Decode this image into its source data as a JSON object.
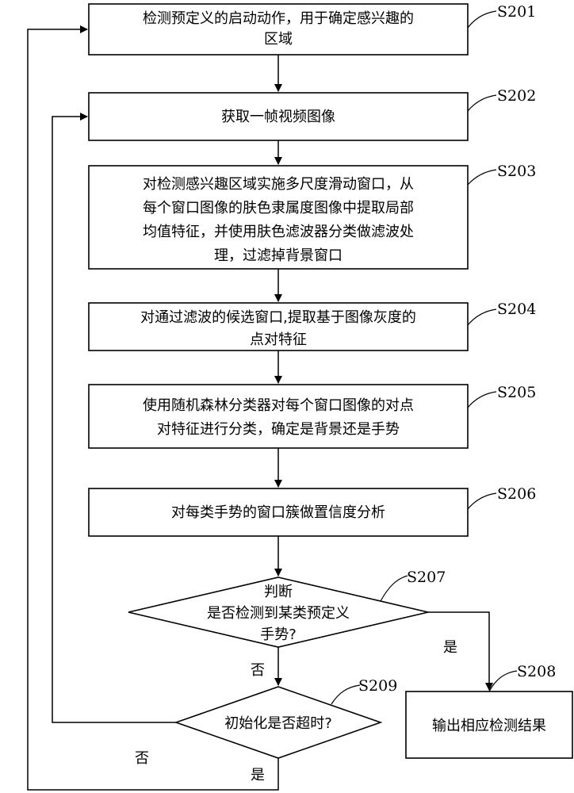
{
  "steps": {
    "s201": {
      "id": "S201",
      "lines": [
        "检测预定义的启动动作，用于确定感兴趣的",
        "区域"
      ]
    },
    "s202": {
      "id": "S202",
      "lines": [
        "获取一帧视频图像"
      ]
    },
    "s203": {
      "id": "S203",
      "lines": [
        "对检测感兴趣区域实施多尺度滑动窗口，从",
        "每个窗口图像的肤色隶属度图像中提取局部",
        "均值特征，并使用肤色滤波器分类做滤波处",
        "理，过滤掉背景窗口"
      ]
    },
    "s204": {
      "id": "S204",
      "lines": [
        "对通过滤波的候选窗口,提取基于图像灰度的",
        "点对特征"
      ]
    },
    "s205": {
      "id": "S205",
      "lines": [
        "使用随机森林分类器对每个窗口图像的对点",
        "对特征进行分类，确定是背景还是手势"
      ]
    },
    "s206": {
      "id": "S206",
      "lines": [
        "对每类手势的窗口簇做置信度分析"
      ]
    },
    "s207": {
      "id": "S207",
      "lines": [
        "判断",
        "是否检测到某类预定义",
        "手势?"
      ]
    },
    "s208": {
      "id": "S208",
      "lines": [
        "输出相应检测结果"
      ]
    },
    "s209": {
      "id": "S209",
      "lines": [
        "初始化是否超时?"
      ]
    }
  },
  "edge_labels": {
    "s207_no": "否",
    "s207_yes": "是",
    "s209_no": "否",
    "s209_yes": "是"
  }
}
